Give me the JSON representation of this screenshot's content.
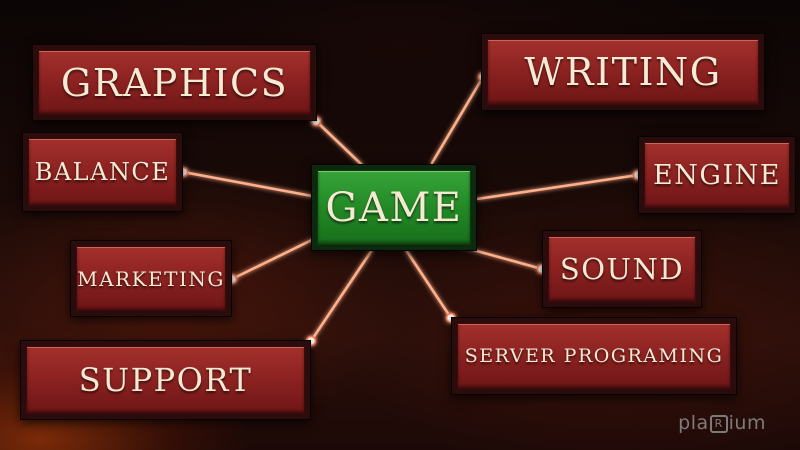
{
  "center": {
    "label": "GAME"
  },
  "topics": {
    "graphics": "GRAPHICS",
    "balance": "BALANCE",
    "marketing": "MARKETING",
    "support": "SUPPORT",
    "writing": "WRITING",
    "engine": "ENGINE",
    "sound": "SOUND",
    "server_programing": "SERVER PROGRAMING"
  },
  "logo": {
    "left": "pla",
    "mark": "R",
    "right": "ium"
  },
  "colors": {
    "link_line": "#ffb08a",
    "topic_box": "#8d2322",
    "center_box": "#238a26",
    "text": "#f6ead3"
  }
}
